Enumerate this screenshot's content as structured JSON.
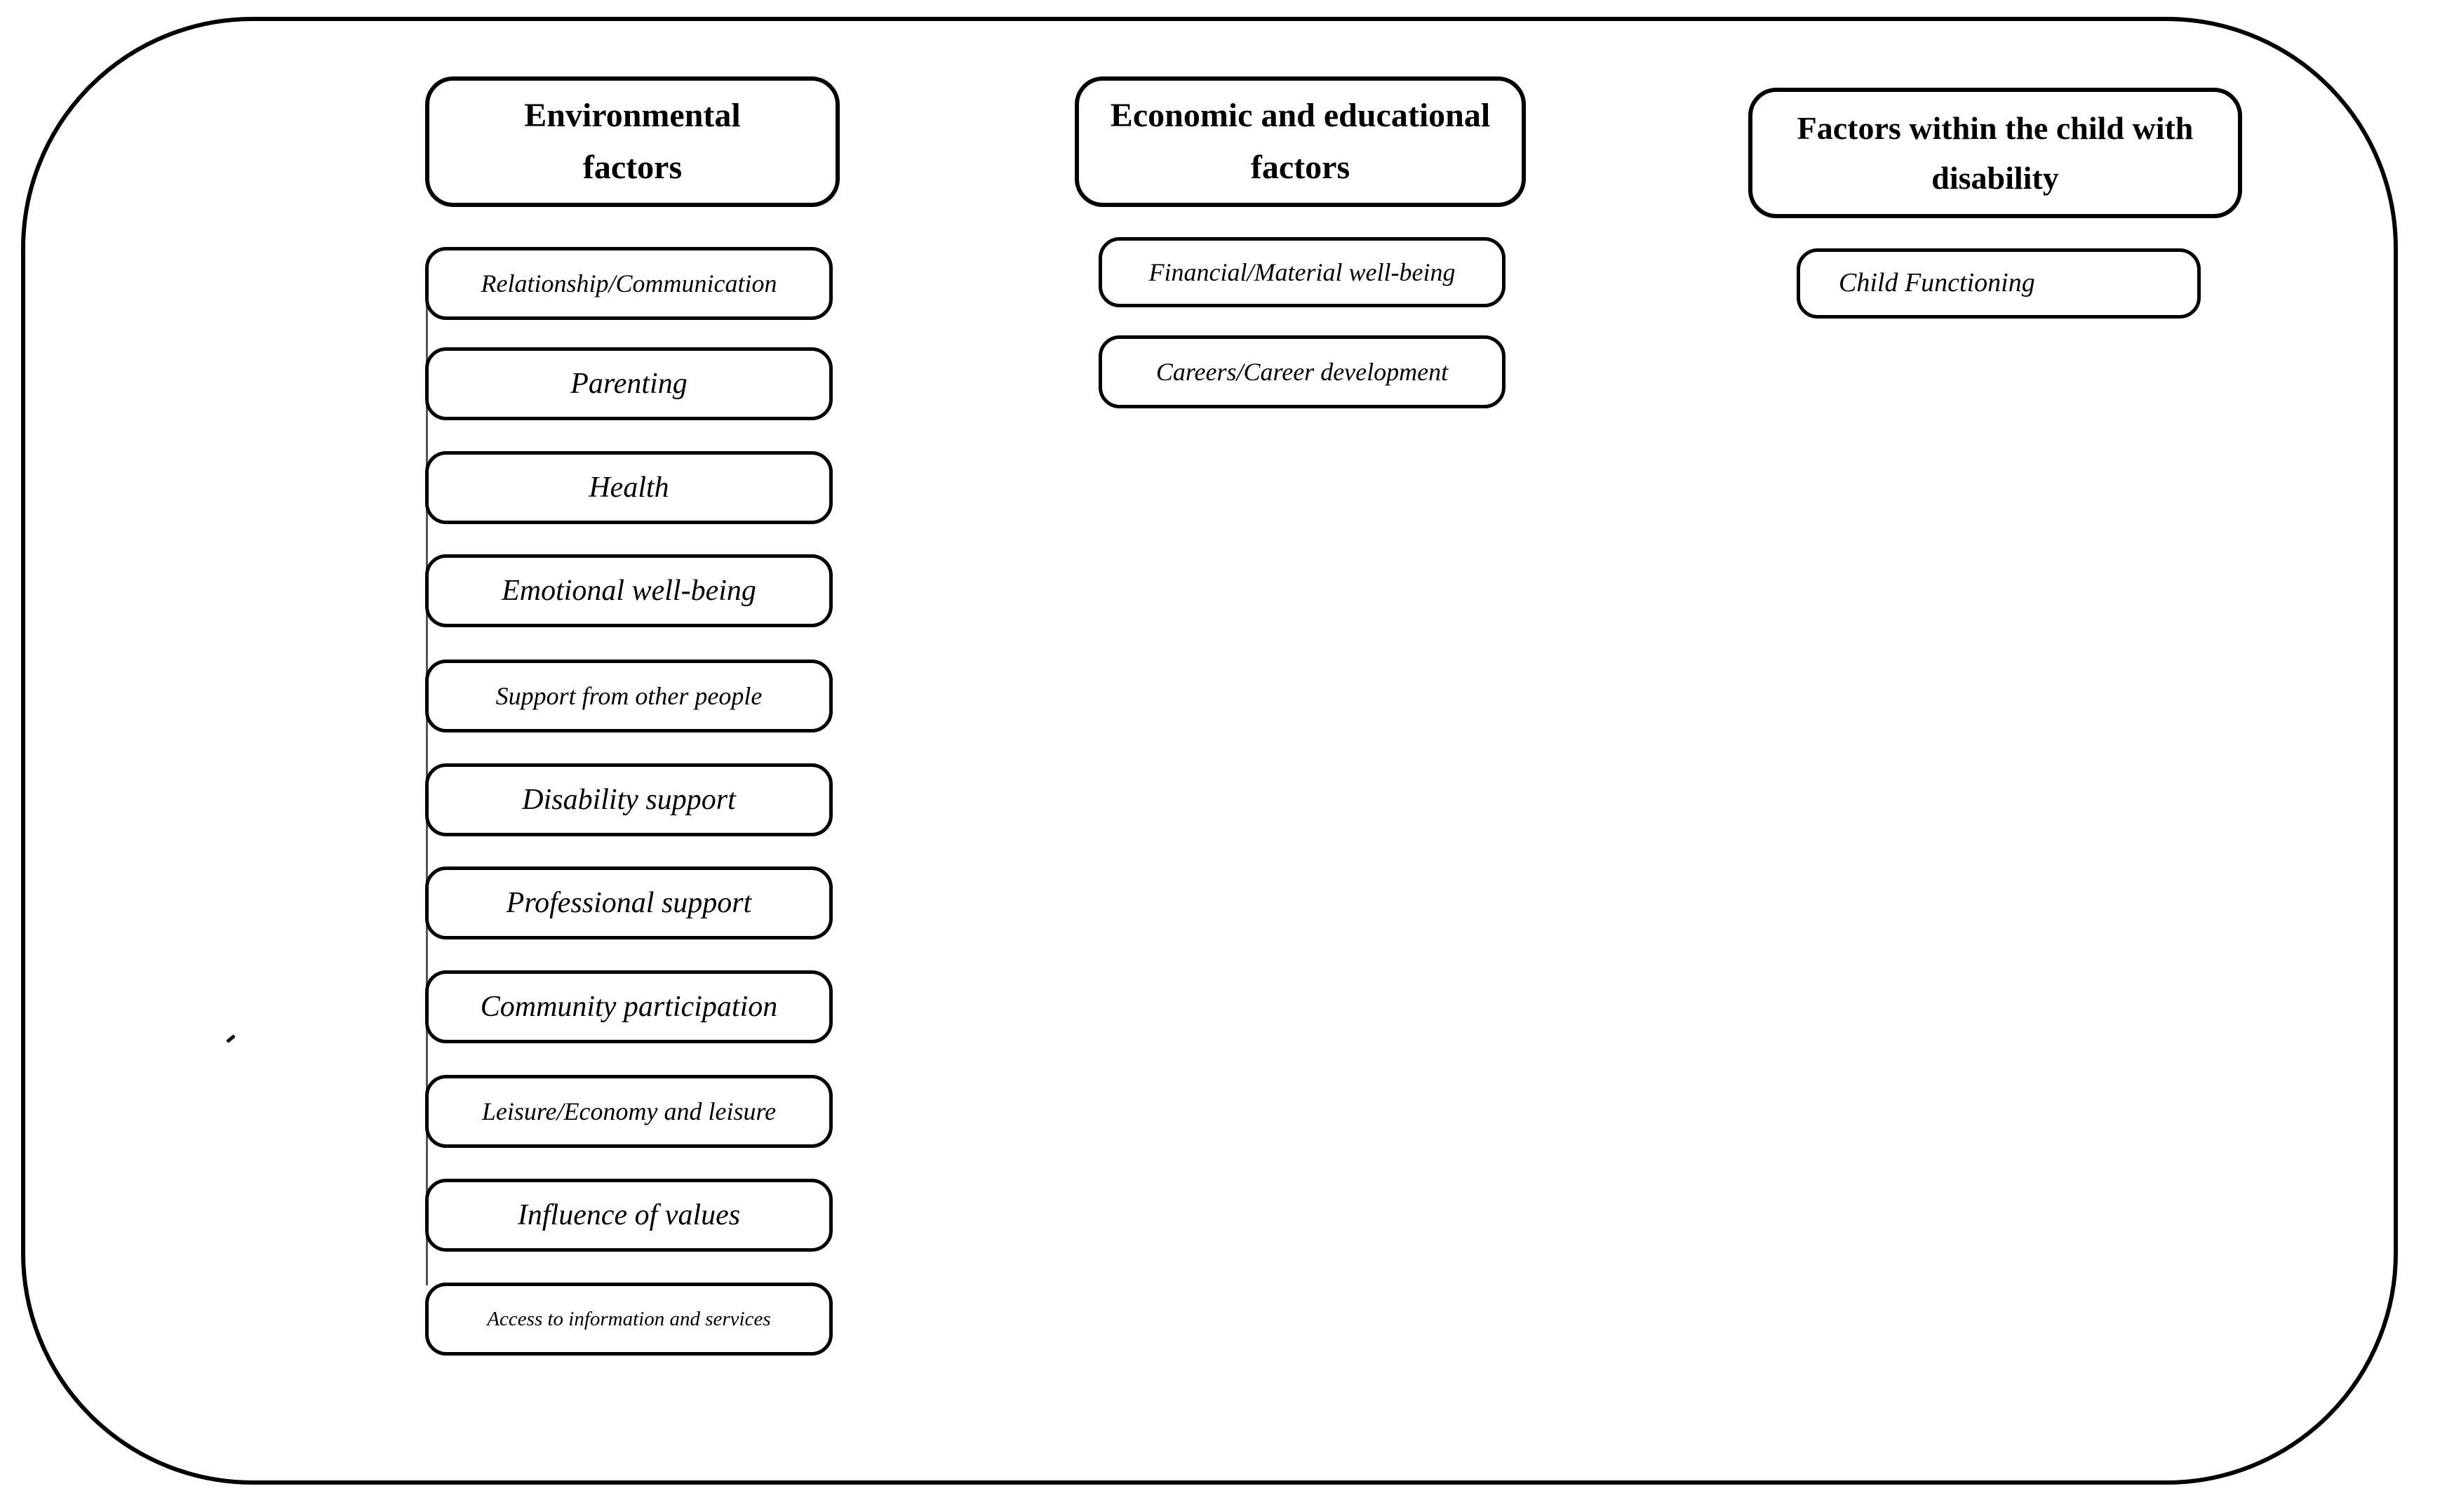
{
  "figure": {
    "background_color": "#ffffff",
    "border_color": "#000000",
    "text_color": "#000000",
    "connector_color": "#555555",
    "columns": [
      {
        "header": "Environmental factors",
        "items": [
          "Relationship/Communication",
          "Parenting",
          "Health",
          "Emotional well-being",
          "Support from other people",
          "Disability support",
          "Professional support",
          "Community participation",
          "Leisure/Economy and leisure",
          "Influence of values",
          "Access to information and services"
        ]
      },
      {
        "header": "Economic and educational factors",
        "items": [
          "Financial/Material well-being",
          "Careers/Career development"
        ]
      },
      {
        "header": "Factors within the child with disability",
        "items": [
          "Child Functioning"
        ]
      }
    ]
  }
}
